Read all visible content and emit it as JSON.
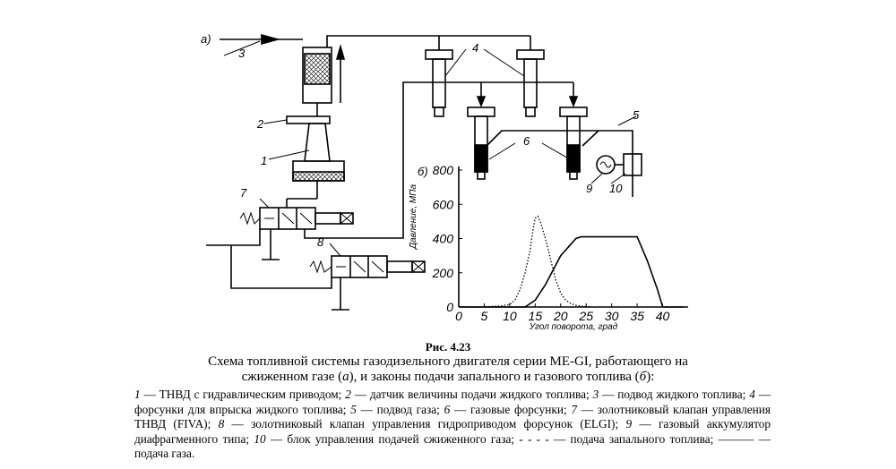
{
  "figure": {
    "labels": {
      "part_a": "а)",
      "part_b": "б)",
      "n1": "1",
      "n2": "2",
      "n3": "3",
      "n4": "4",
      "n5": "5",
      "n6": "6",
      "n7": "7",
      "n8": "8",
      "n9": "9",
      "n10": "10"
    }
  },
  "chart_data": {
    "type": "line",
    "ylabel": "Давление, МПа",
    "xlabel": "Угол поворота, град",
    "xlim": [
      0,
      45
    ],
    "ylim": [
      0,
      800
    ],
    "xticks": [
      0,
      5,
      10,
      15,
      20,
      25,
      30,
      35,
      40
    ],
    "yticks": [
      0,
      200,
      400,
      600,
      800
    ],
    "series": [
      {
        "style": "dotted",
        "x": [
          4,
          8,
          10,
          11,
          12,
          13,
          14,
          14.5,
          15,
          15.5,
          16,
          17,
          18,
          19,
          20,
          21,
          22,
          23,
          24,
          26
        ],
        "y": [
          0,
          5,
          15,
          40,
          100,
          200,
          330,
          440,
          520,
          530,
          500,
          400,
          280,
          160,
          80,
          40,
          20,
          10,
          5,
          0
        ]
      },
      {
        "style": "solid",
        "x": [
          0,
          13,
          15,
          17,
          20,
          23,
          24,
          35,
          37,
          39,
          40,
          44
        ],
        "y": [
          0,
          0,
          40,
          130,
          300,
          400,
          410,
          410,
          270,
          100,
          0,
          0
        ]
      }
    ]
  },
  "caption": {
    "number": "Рис. 4.23",
    "line1": "Схема топливной системы газодизельного двигателя серии ME-GI, работающего на",
    "line2_a": "сжиженном газе (",
    "line2_b": "а",
    "line2_c": "), и законы подачи запального и газового топлива (",
    "line2_d": "б",
    "line2_e": "):"
  },
  "legend": [
    {
      "n": "1",
      "t": " — ТНВД с гидравлическим приводом; "
    },
    {
      "n": "2",
      "t": " — датчик величины подачи жидкого топлива; "
    },
    {
      "n": "3",
      "t": " — подвод жидкого топлива; "
    },
    {
      "n": "4",
      "t": " — форсунки для впрыска жидкого топлива; "
    },
    {
      "n": "5",
      "t": " — подвод газа; "
    },
    {
      "n": "6",
      "t": " — газовые форсунки; "
    },
    {
      "n": "7",
      "t": " — золотниковый клапан управления ТНВД (FIVA); "
    },
    {
      "n": "8",
      "t": " — золотниковый клапан управления гидроприводом форсунок (ELGI); "
    },
    {
      "n": "9",
      "t": " — газовый аккумулятор диафрагменного типа; "
    },
    {
      "n": "10",
      "t": " — блок управления подачей сжиженного газа; - - - - — подача запального топлива; ——— — подача газа."
    }
  ]
}
